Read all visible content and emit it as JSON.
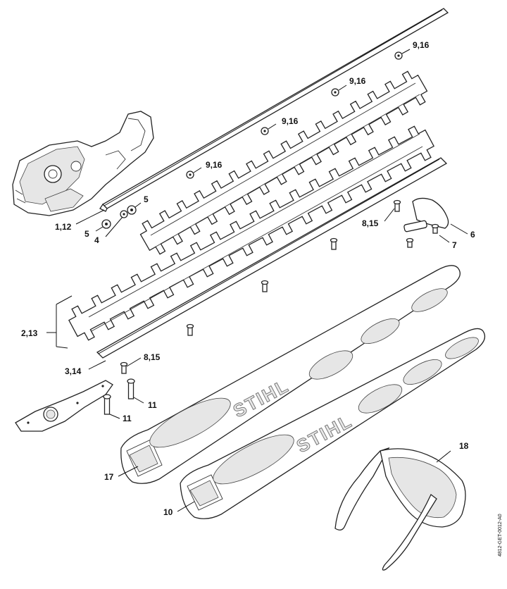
{
  "callouts": {
    "c_9_16_a": "9,16",
    "c_9_16_b": "9,16",
    "c_9_16_c": "9,16",
    "c_9_16_d": "9,16",
    "c_5_a": "5",
    "c_5_b": "5",
    "c_1_12": "1,12",
    "c_4": "4",
    "c_8_15_a": "8,15",
    "c_6": "6",
    "c_7": "7",
    "c_2_13": "2,13",
    "c_3_14": "3,14",
    "c_8_15_b": "8,15",
    "c_11_a": "11",
    "c_11_b": "11",
    "c_17": "17",
    "c_10": "10",
    "c_18": "18"
  },
  "brand": {
    "guard_a": "STIHL",
    "guard_b": "STIHL"
  },
  "drawing_code": "4812-GET-0012-A0"
}
